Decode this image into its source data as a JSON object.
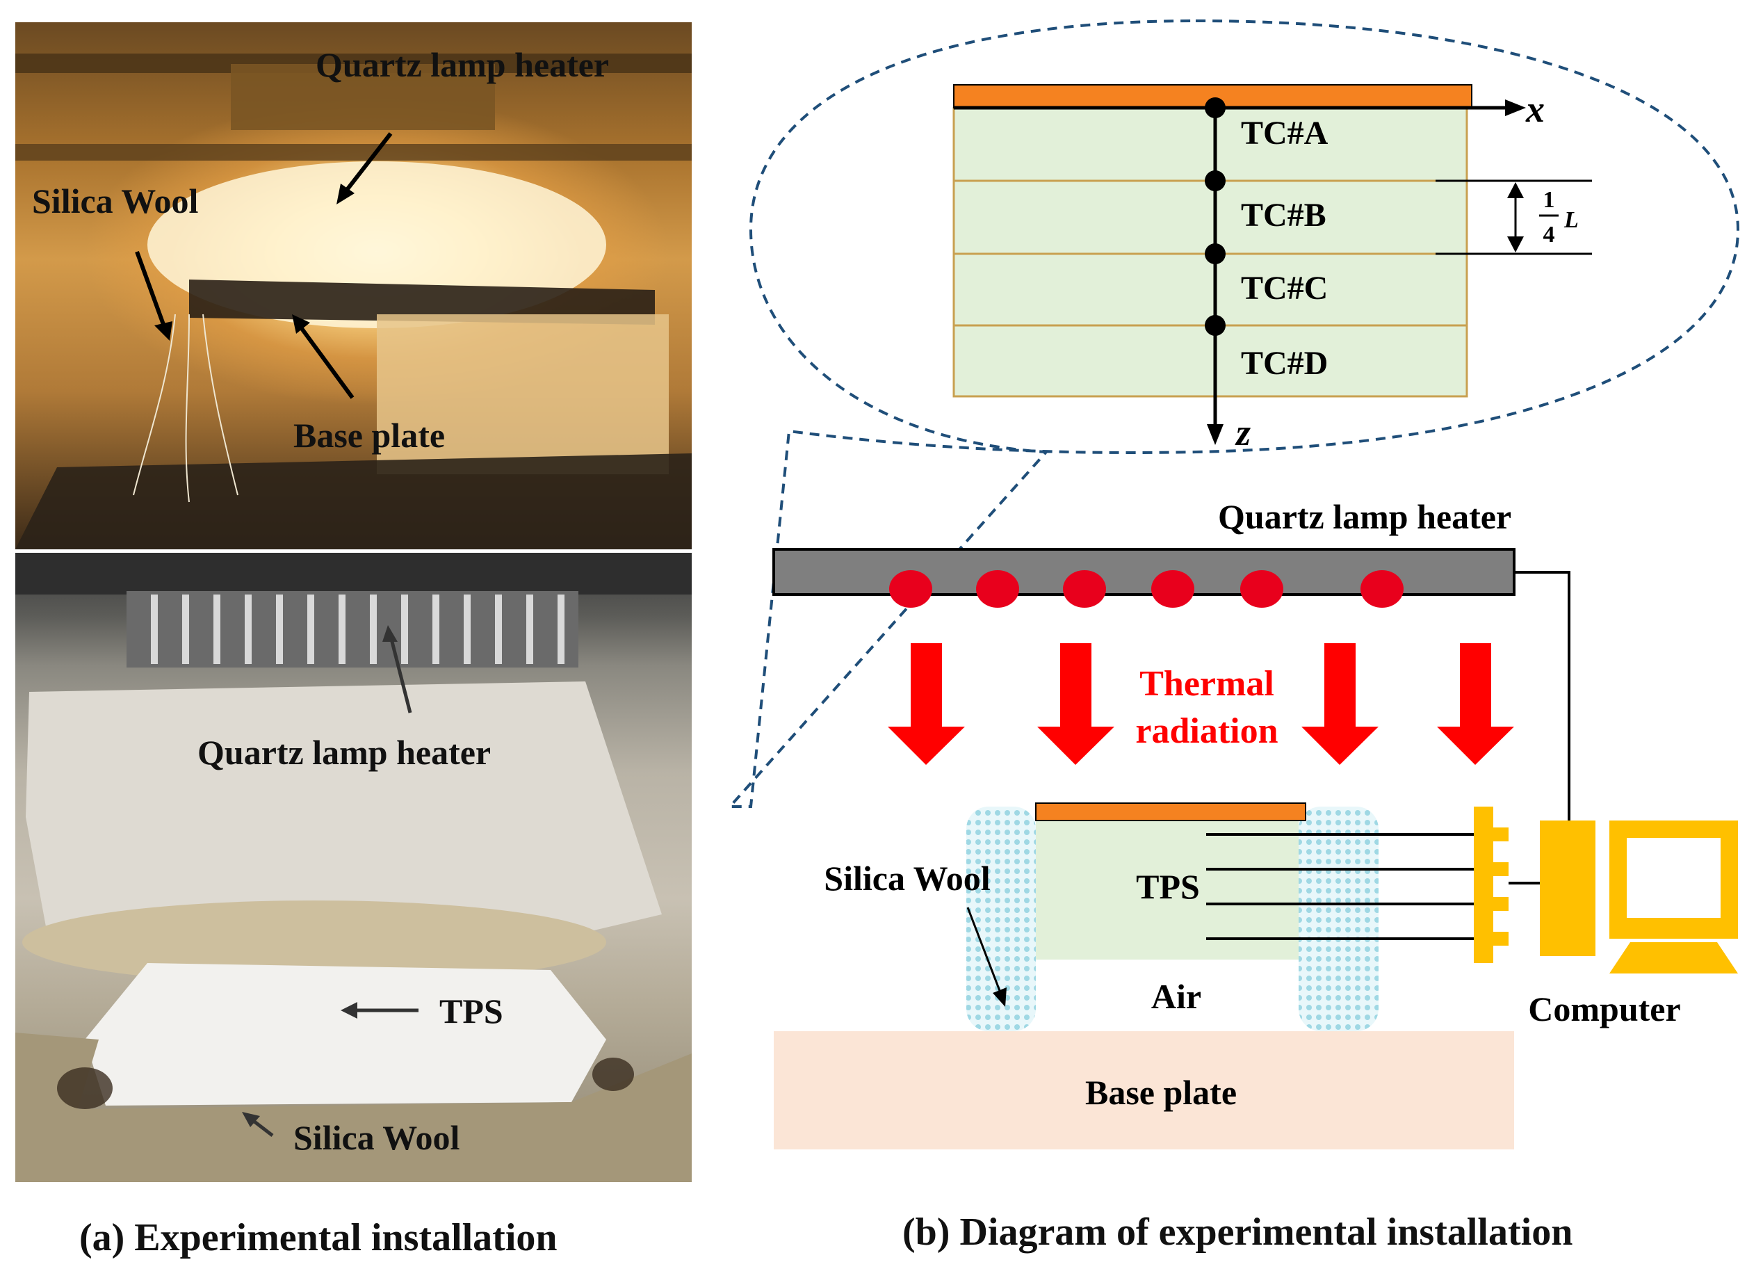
{
  "photo_a": {
    "top_labels": {
      "quartz": "Quartz lamp heater",
      "silica": "Silica Wool",
      "base": "Base plate"
    },
    "bottom_labels": {
      "quartz": "Quartz lamp heater",
      "tps": "TPS",
      "silica": "Silica Wool"
    }
  },
  "diagram": {
    "inset": {
      "x_axis": "x",
      "z_axis": "z",
      "thermocouples": [
        "TC#A",
        "TC#B",
        "TC#C",
        "TC#D"
      ],
      "fraction_num": "1",
      "fraction_den": "4",
      "fraction_var": "L"
    },
    "heater_label": "Quartz lamp heater",
    "radiation_line1": "Thermal",
    "radiation_line2": "radiation",
    "silica_label": "Silica Wool",
    "tps_label": "TPS",
    "air_label": "Air",
    "base_label": "Base plate",
    "computer_label": "Computer"
  },
  "captions": {
    "a": "(a) Experimental installation",
    "b": "(b) Diagram of experimental installation"
  },
  "colors": {
    "orange_plate": "#f58220",
    "tps_green": "#e2f0d9",
    "layer_border": "#c8a050",
    "heater_gray": "#7f7f7f",
    "lamp_red": "#e8001c",
    "arrow_red": "#ff0000",
    "radiation_text": "#ff0000",
    "dashed_blue": "#1f4e79",
    "silica_cyan": "#bfe8f0",
    "base_pink": "#fbe5d6",
    "computer_yellow": "#ffc000"
  }
}
